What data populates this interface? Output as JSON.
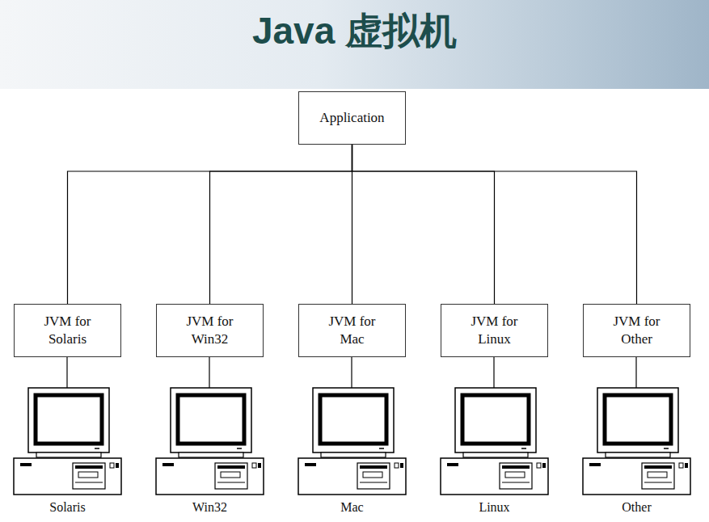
{
  "diagram": {
    "title": "Java 虚拟机",
    "nodes": [
      {
        "text": [
          "Application"
        ]
      },
      {
        "text": [
          "JVM for Solaris"
        ]
      },
      {
        "text": [
          "JVM for Win32"
        ]
      },
      {
        "text": [
          "JVM for Mac"
        ]
      },
      {
        "text": [
          "JVM for Linux"
        ]
      },
      {
        "text": [
          "JVM for Other"
        ]
      }
    ],
    "edges": [
      {
        "from": 0,
        "to": 1,
        "arrow": "none"
      },
      {
        "from": 0,
        "to": 2,
        "arrow": "none"
      },
      {
        "from": 0,
        "to": 3,
        "arrow": "none"
      },
      {
        "from": 0,
        "to": 4,
        "arrow": "none"
      },
      {
        "from": 0,
        "to": 5,
        "arrow": "none"
      }
    ],
    "labels": [
      "Solaris",
      "Win32",
      "Mac",
      "Linux",
      "Other"
    ]
  }
}
